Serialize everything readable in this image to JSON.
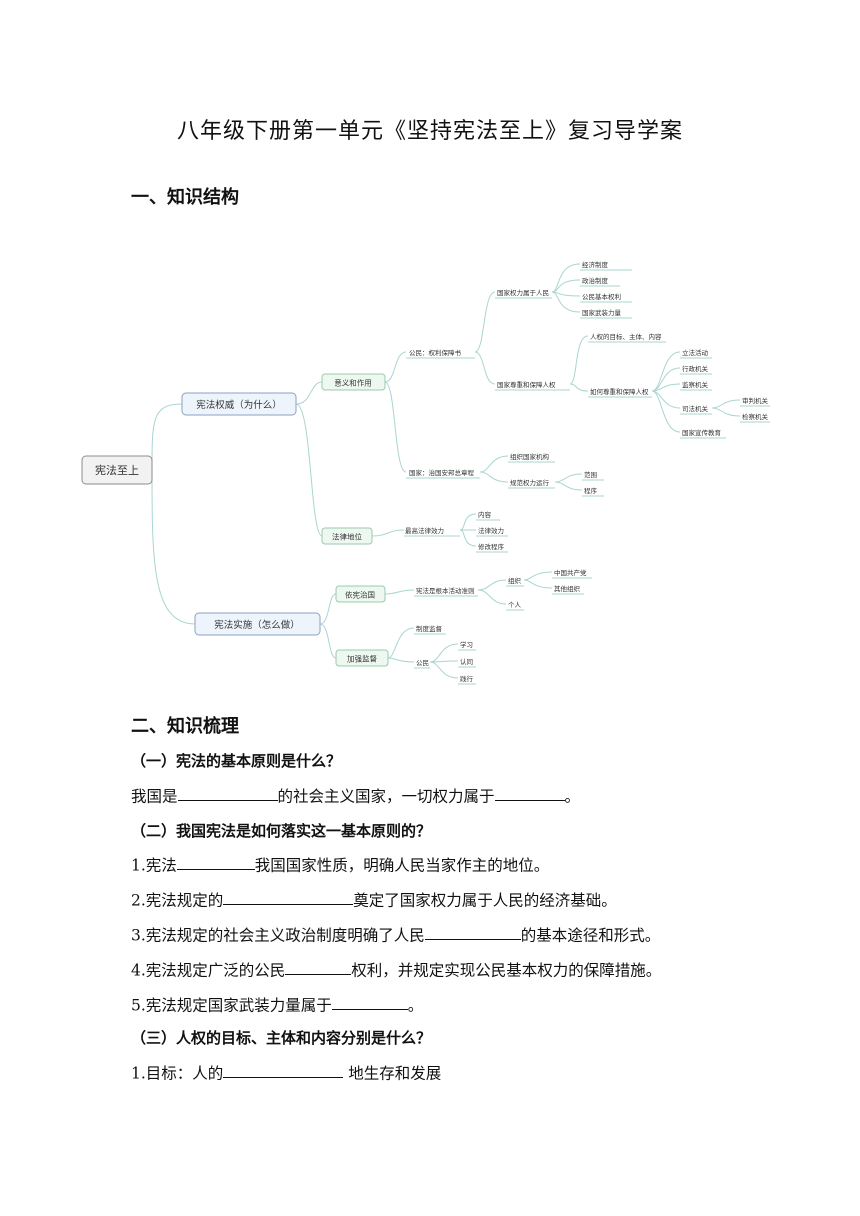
{
  "title": "八年级下册第一单元《坚持宪法至上》复习导学案",
  "section1": "一、知识结构",
  "mindmap": {
    "root": "宪法至上",
    "n_quanwei": "宪法权威（为什么）",
    "n_yiyi": "意义和作用",
    "n_gongmin_quanli": "公民：权利保障书",
    "n_renmin": "国家权力属于人民",
    "n_jingji": "经济制度",
    "n_zhengzhi": "政治制度",
    "n_gmjbql": "公民基本权利",
    "n_wuzhuang": "国家武装力量",
    "n_renquan": "国家尊重和保障人权",
    "n_mubiao": "人权的目标、主体、内容",
    "n_ruhe": "如何尊重和保障人权",
    "n_lifa": "立法活动",
    "n_xingzheng": "行政机关",
    "n_jiancha": "监察机关",
    "n_sifa": "司法机关",
    "n_shenpan": "审判机关",
    "n_jiancha2": "检察机关",
    "n_xuanchuan": "国家宣传教育",
    "n_guojia": "国家：治国安邦总章程",
    "n_zuzhi_jg": "组织国家机构",
    "n_guifan": "规范权力运行",
    "n_fanwei": "范围",
    "n_chengxu": "程序",
    "n_diwei": "法律地位",
    "n_zuigao": "最高法律效力",
    "n_neirong": "内容",
    "n_xiaoli": "法律效力",
    "n_xiugai": "修改程序",
    "n_shishi": "宪法实施（怎么做）",
    "n_yixian": "依宪治国",
    "n_zhunze": "宪法是根本活动准则",
    "n_zuzhi": "组织",
    "n_gcd": "中国共产党",
    "n_qita": "其他组织",
    "n_geren": "个人",
    "n_jiaqiang": "加强监督",
    "n_zhidu": "制度监督",
    "n_gongmin": "公民",
    "n_xuexi": "学习",
    "n_rentong": "认同",
    "n_jianxing": "践行"
  },
  "section2": "二、知识梳理",
  "q1": "（一）宪法的基本原则是什么？",
  "l1a": "我国是",
  "l1b": "的社会主义国家，一切权力属于",
  "l1c": "。",
  "q2": "（二）我国宪法是如何落实这一基本原则的？",
  "l2a": "1.宪法",
  "l2b": "我国国家性质，明确人民当家作主的地位。",
  "l3a": "2.宪法规定的",
  "l3b": "奠定了国家权力属于人民的经济基础。",
  "l4a": "3.宪法规定的社会主义政治制度明确了人民",
  "l4b": "的基本途径和形式。",
  "l5a": "4.宪法规定广泛的公民",
  "l5b": "权利，并规定实现公民基本权力的保障措施。",
  "l6a": "5.宪法规定国家武装力量属于",
  "l6b": "。",
  "q3": "（三）人权的目标、主体和内容分别是什么？",
  "l7a": "1.目标：人的",
  "l7b": " 地生存和发展"
}
